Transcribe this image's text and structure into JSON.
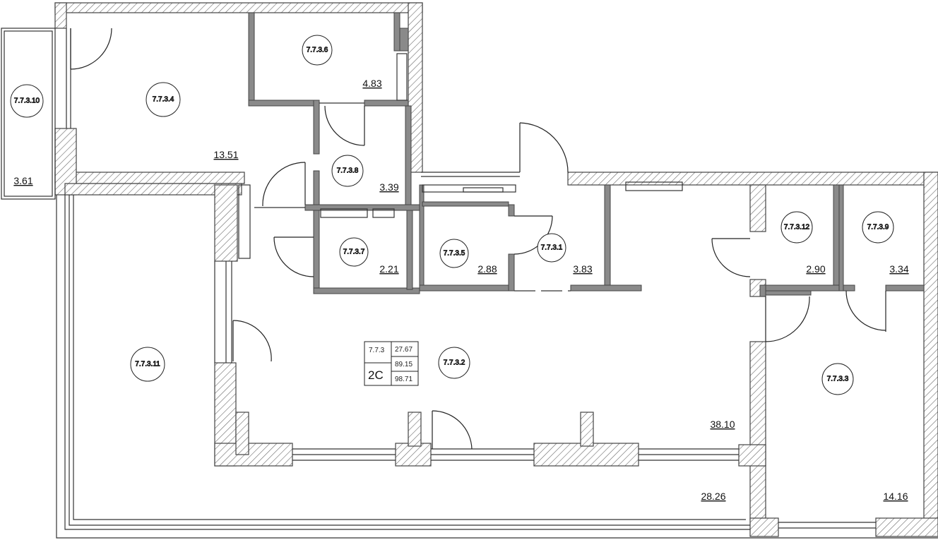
{
  "apartment": {
    "id": "7.7.3",
    "type": "2С",
    "living_area": "27.67",
    "total_area": "89.15",
    "total_area_with_balcony": "98.71"
  },
  "rooms": [
    {
      "id": "7.7.3.1",
      "area": ""
    },
    {
      "id": "7.7.3.2",
      "area": "38.10"
    },
    {
      "id": "7.7.3.3",
      "area": "14.16"
    },
    {
      "id": "7.7.3.4",
      "area": "13.51"
    },
    {
      "id": "7.7.3.5",
      "area": "2.88"
    },
    {
      "id": "7.7.3.6",
      "area": "4.83"
    },
    {
      "id": "7.7.3.7",
      "area": "2.21"
    },
    {
      "id": "7.7.3.8",
      "area": "3.39"
    },
    {
      "id": "7.7.3.9",
      "area": "3.34"
    },
    {
      "id": "7.7.3.10",
      "area": "3.61"
    },
    {
      "id": "7.7.3.11",
      "area": "28.26"
    },
    {
      "id": "7.7.3.12",
      "area": "2.90"
    }
  ],
  "extra_area_labels": [
    "3.83"
  ],
  "colors": {
    "wall": "#555555",
    "line": "#333333",
    "hatch": "#666666",
    "background": "#ffffff"
  }
}
